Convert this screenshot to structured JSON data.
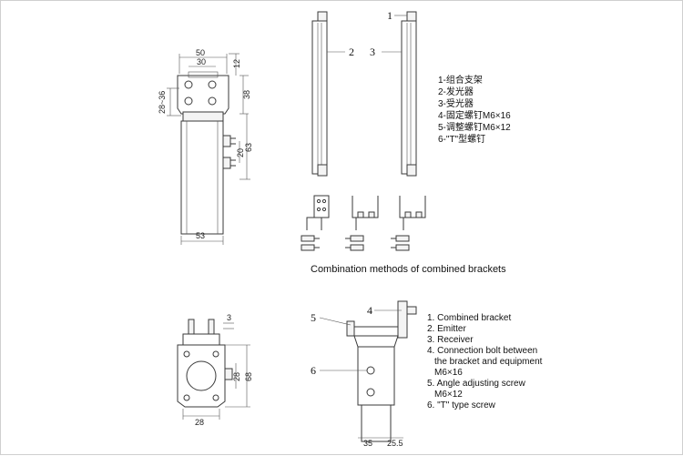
{
  "top_dims": {
    "width_outer": "50",
    "width_inner": "30",
    "top_offset": "12",
    "height_top": "38",
    "range_left": "28~36",
    "height_mid": "63",
    "bolt_gap": "20",
    "bottom_width": "53"
  },
  "bottom_left_dims": {
    "side_height": "3",
    "inner": "28",
    "outer": "68",
    "bottom": "28"
  },
  "bottom_right_dims": {
    "left": "35",
    "right": "25.5"
  },
  "callouts": {
    "c1": "1",
    "c2": "2",
    "c3": "3",
    "c4": "4",
    "c5": "5",
    "c6": "6"
  },
  "legend_cn": [
    "1-组合支架",
    "2-发光器",
    "3-受光器",
    "4-固定螺钉M6×16",
    "5-调整螺钉M6×12",
    "6-\"T\"型螺钉"
  ],
  "caption": "Combination methods of combined brackets",
  "legend_en": [
    "1. Combined bracket",
    "2. Emitter",
    "3. Receiver",
    "4. Connection bolt between",
    "the bracket and equipment",
    "M6×16",
    "5. Angle adjusting screw",
    "M6×12",
    "6. \"T\" type screw"
  ]
}
